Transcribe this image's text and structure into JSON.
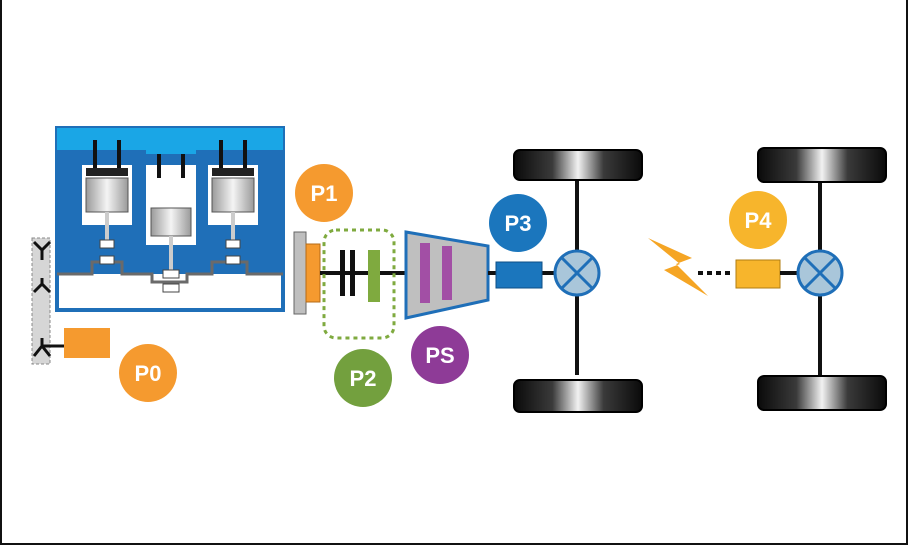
{
  "positions": [
    {
      "key": "p0",
      "label": "P0",
      "color": "#F59A2F"
    },
    {
      "key": "p1",
      "label": "P1",
      "color": "#F59A2F"
    },
    {
      "key": "p2",
      "label": "P2",
      "color": "#73A03E"
    },
    {
      "key": "ps",
      "label": "PS",
      "color": "#8E3B97"
    },
    {
      "key": "p3",
      "label": "P3",
      "color": "#1B76BD"
    },
    {
      "key": "p4",
      "label": "P4",
      "color": "#F7B52C"
    }
  ],
  "colors": {
    "engine_top": "#1AA6E6",
    "engine_body": "#1F6FB8",
    "motor_orange": "#F59A2F",
    "motor_blue": "#1B76BD",
    "motor_yellow": "#F7B52C",
    "clutch_green": "#7FAA3F",
    "gearbox_fill": "#BFBFBF",
    "gearbox_border": "#1F6FB8",
    "gearbox_bars": "#A24FA5",
    "differential": "#A9C6DA",
    "lightning": "#F5A524"
  }
}
